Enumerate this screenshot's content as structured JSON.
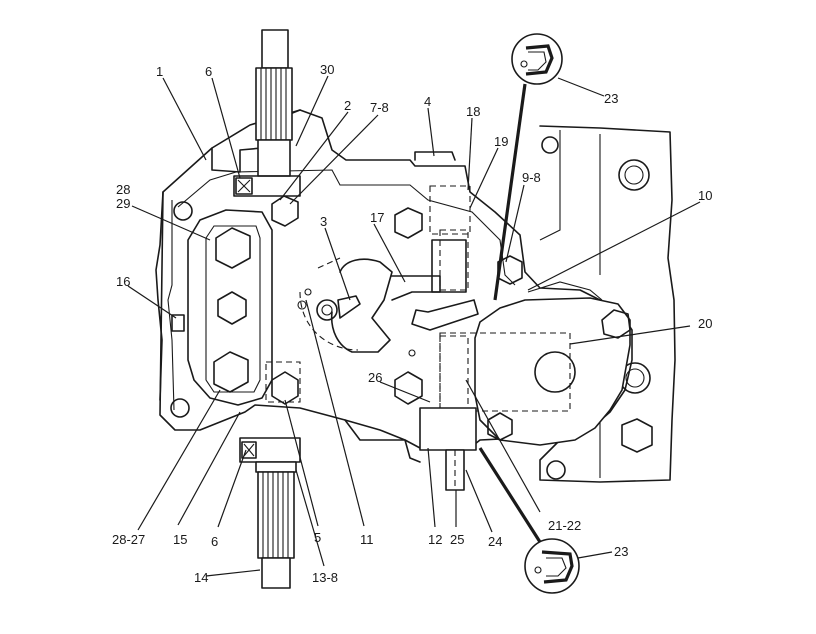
{
  "callouts": [
    {
      "id": "c1",
      "text": "1"
    },
    {
      "id": "c6a",
      "text": "6"
    },
    {
      "id": "c30",
      "text": "30"
    },
    {
      "id": "c2",
      "text": "2"
    },
    {
      "id": "c78",
      "text": "7-8"
    },
    {
      "id": "c4",
      "text": "4"
    },
    {
      "id": "c18",
      "text": "18"
    },
    {
      "id": "c19",
      "text": "19"
    },
    {
      "id": "c98",
      "text": "9-8"
    },
    {
      "id": "c10",
      "text": "10"
    },
    {
      "id": "c23a",
      "text": "23"
    },
    {
      "id": "c28",
      "text": "28"
    },
    {
      "id": "c29",
      "text": "29"
    },
    {
      "id": "c3",
      "text": "3"
    },
    {
      "id": "c17",
      "text": "17"
    },
    {
      "id": "c16",
      "text": "16"
    },
    {
      "id": "c20",
      "text": "20"
    },
    {
      "id": "c26",
      "text": "26"
    },
    {
      "id": "c2827",
      "text": "28-27"
    },
    {
      "id": "c15",
      "text": "15"
    },
    {
      "id": "c6b",
      "text": "6"
    },
    {
      "id": "c5",
      "text": "5"
    },
    {
      "id": "c11",
      "text": "11"
    },
    {
      "id": "c12",
      "text": "12"
    },
    {
      "id": "c25",
      "text": "25"
    },
    {
      "id": "c24",
      "text": "24"
    },
    {
      "id": "c2122",
      "text": "21-22"
    },
    {
      "id": "c23b",
      "text": "23"
    },
    {
      "id": "c14",
      "text": "14"
    },
    {
      "id": "c138",
      "text": "13-8"
    }
  ]
}
